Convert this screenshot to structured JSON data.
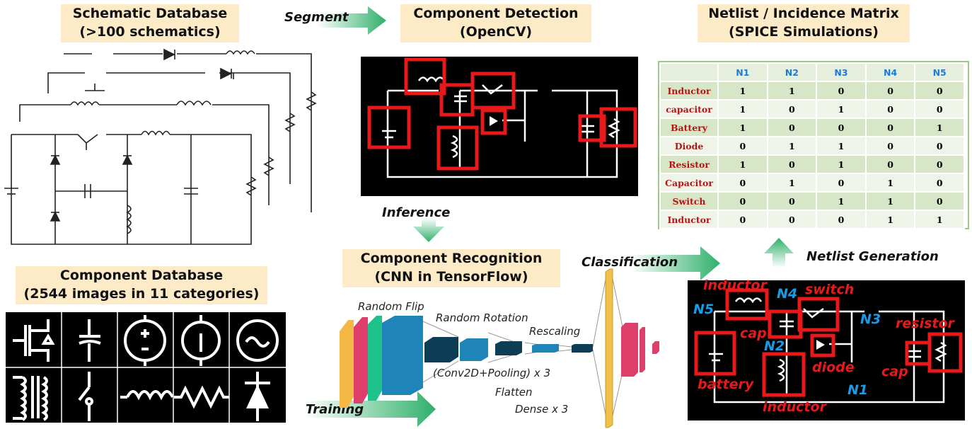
{
  "titles": {
    "schematic_db": [
      "Schematic Database",
      "(>100 schematics)"
    ],
    "detection": [
      "Component Detection",
      "(OpenCV)"
    ],
    "netlist": [
      "Netlist / Incidence Matrix",
      "(SPICE Simulations)"
    ],
    "component_db": [
      "Component Database",
      "(2544 images in 11 categories)"
    ],
    "recognition": [
      "Component Recognition",
      "(CNN in TensorFlow)"
    ]
  },
  "arrows": {
    "segment": "Segment",
    "inference": "Inference",
    "classification": "Classification",
    "netlist_generation": "Netlist Generation",
    "training": "Training"
  },
  "cnn_labels": {
    "random_flip": "Random Flip",
    "random_rotation": "Random Rotation",
    "rescaling": "Rescaling",
    "conv": "(Conv2D+Pooling) x 3",
    "flatten": "Flatten",
    "dense": "Dense x 3"
  },
  "matrix": {
    "headers": [
      "",
      "N1",
      "N2",
      "N3",
      "N4",
      "N5"
    ],
    "rows": [
      {
        "label": "Inductor",
        "values": [
          "1",
          "1",
          "0",
          "0",
          "0"
        ]
      },
      {
        "label": "capacitor",
        "values": [
          "1",
          "0",
          "1",
          "0",
          "0"
        ]
      },
      {
        "label": "Battery",
        "values": [
          "1",
          "0",
          "0",
          "0",
          "1"
        ]
      },
      {
        "label": "Diode",
        "values": [
          "0",
          "1",
          "1",
          "0",
          "0"
        ]
      },
      {
        "label": "Resistor",
        "values": [
          "1",
          "0",
          "1",
          "0",
          "0"
        ]
      },
      {
        "label": "Capacitor",
        "values": [
          "0",
          "1",
          "0",
          "1",
          "0"
        ]
      },
      {
        "label": "Switch",
        "values": [
          "0",
          "0",
          "1",
          "1",
          "0"
        ]
      },
      {
        "label": "Inductor",
        "values": [
          "0",
          "0",
          "0",
          "1",
          "1"
        ]
      }
    ]
  },
  "annotated": {
    "inductor_top": "inductor",
    "switch": "switch",
    "cap_mid": "cap",
    "resistor": "resistor",
    "diode": "diode",
    "cap_right": "cap",
    "battery": "battery",
    "inductor_bottom": "inductor",
    "n1": "N1",
    "n2": "N2",
    "n3": "N3",
    "n4": "N4",
    "n5": "N5"
  },
  "colors": {
    "title_bg": "#fdebc8",
    "arrow_green": "#2fb06a",
    "box_red": "#e8191a",
    "node_blue": "#1a9be6",
    "matrix_header": "#1f7bd6",
    "matrix_label": "#b51414"
  }
}
